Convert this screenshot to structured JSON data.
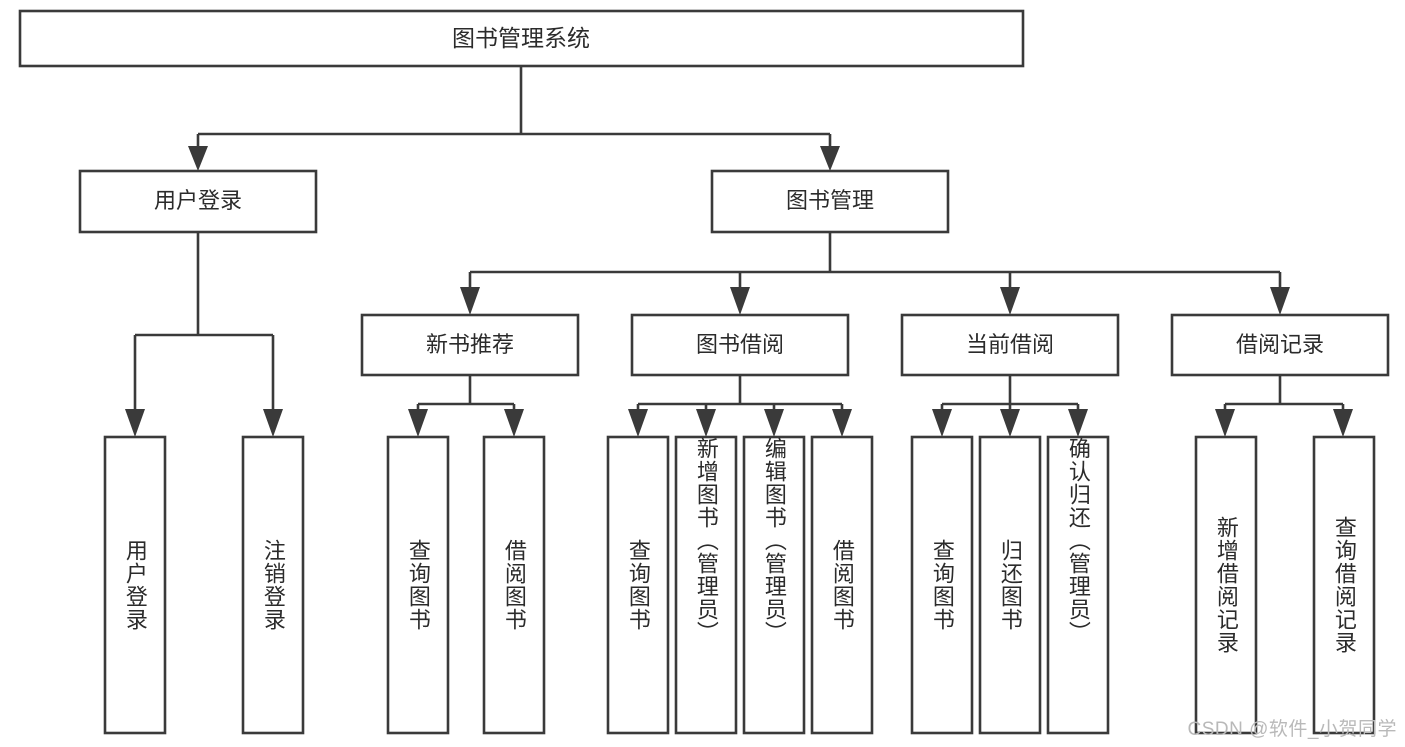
{
  "diagram": {
    "type": "tree",
    "title": "图书管理系统",
    "root": {
      "id": "root",
      "label": "图书管理系统",
      "orientation": "horizontal"
    },
    "level2": [
      {
        "id": "user-login",
        "label": "用户登录",
        "orientation": "horizontal"
      },
      {
        "id": "book-management",
        "label": "图书管理",
        "orientation": "horizontal"
      }
    ],
    "level3": [
      {
        "id": "new-book-recommend",
        "label": "新书推荐",
        "orientation": "horizontal",
        "parent": "book-management"
      },
      {
        "id": "book-borrow",
        "label": "图书借阅",
        "orientation": "horizontal",
        "parent": "book-management"
      },
      {
        "id": "current-borrow",
        "label": "当前借阅",
        "orientation": "horizontal",
        "parent": "book-management"
      },
      {
        "id": "borrow-record",
        "label": "借阅记录",
        "orientation": "horizontal",
        "parent": "book-management"
      }
    ],
    "leaves": [
      {
        "id": "leaf-user-login",
        "label": "用户登录",
        "orientation": "vertical",
        "parent": "user-login"
      },
      {
        "id": "leaf-logout",
        "label": "注销登录",
        "orientation": "vertical",
        "parent": "user-login"
      },
      {
        "id": "leaf-query-book-1",
        "label": "查询图书",
        "orientation": "vertical",
        "parent": "new-book-recommend"
      },
      {
        "id": "leaf-borrow-book-1",
        "label": "借阅图书",
        "orientation": "vertical",
        "parent": "new-book-recommend"
      },
      {
        "id": "leaf-query-book-2",
        "label": "查询图书",
        "orientation": "vertical",
        "parent": "book-borrow"
      },
      {
        "id": "leaf-add-book",
        "label": "新增图书（管理员）",
        "orientation": "vertical",
        "parent": "book-borrow"
      },
      {
        "id": "leaf-edit-book",
        "label": "编辑图书（管理员）",
        "orientation": "vertical",
        "parent": "book-borrow"
      },
      {
        "id": "leaf-borrow-book-2",
        "label": "借阅图书",
        "orientation": "vertical",
        "parent": "book-borrow"
      },
      {
        "id": "leaf-query-book-3",
        "label": "查询图书",
        "orientation": "vertical",
        "parent": "current-borrow"
      },
      {
        "id": "leaf-return-book",
        "label": "归还图书",
        "orientation": "vertical",
        "parent": "current-borrow"
      },
      {
        "id": "leaf-confirm-return",
        "label": "确认归还（管理员）",
        "orientation": "vertical",
        "parent": "current-borrow"
      },
      {
        "id": "leaf-add-record",
        "label": "新增借阅记录",
        "orientation": "vertical",
        "parent": "borrow-record"
      },
      {
        "id": "leaf-query-record",
        "label": "查询借阅记录",
        "orientation": "vertical",
        "parent": "borrow-record"
      }
    ],
    "colors": {
      "stroke": "#3a3a3a",
      "fill": "#ffffff",
      "text": "#2b2b2b",
      "watermark": "#b9b9b9",
      "background": "#ffffff"
    }
  },
  "watermark": {
    "text": "CSDN @软件_小贺同学"
  }
}
